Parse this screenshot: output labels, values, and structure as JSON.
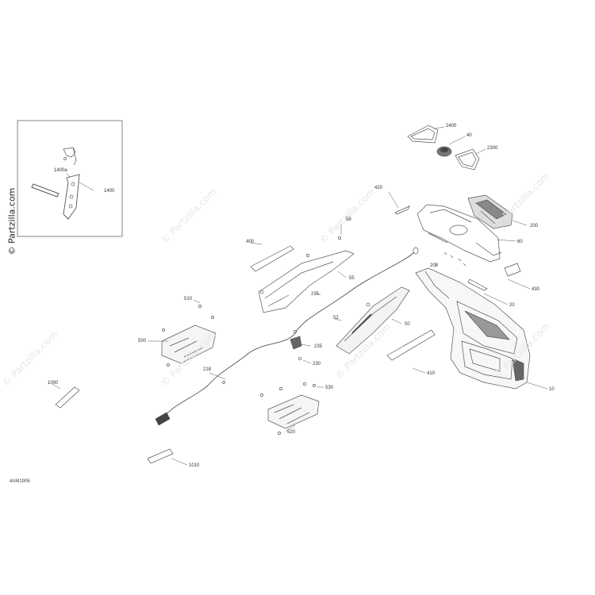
{
  "watermark": {
    "text": "© Partzilla.com"
  },
  "diagram_code": "4AM1906",
  "labels": {
    "l1400a": "1400a",
    "l1400": "1400",
    "l2400": "2400",
    "l40": "40",
    "l2300": "2300",
    "l420": "420",
    "l200": "200",
    "l60": "60",
    "l58": "58",
    "l400": "400",
    "l55": "55",
    "l205": "205",
    "l430": "430",
    "l215": "215",
    "l20": "20",
    "l510": "510",
    "l52": "52",
    "l50": "50",
    "l500": "500",
    "l235": "235",
    "l230": "230",
    "l218": "218",
    "l410": "410",
    "l530": "530",
    "l1000": "1000",
    "l10": "10",
    "l520": "520",
    "l1010": "1010"
  }
}
